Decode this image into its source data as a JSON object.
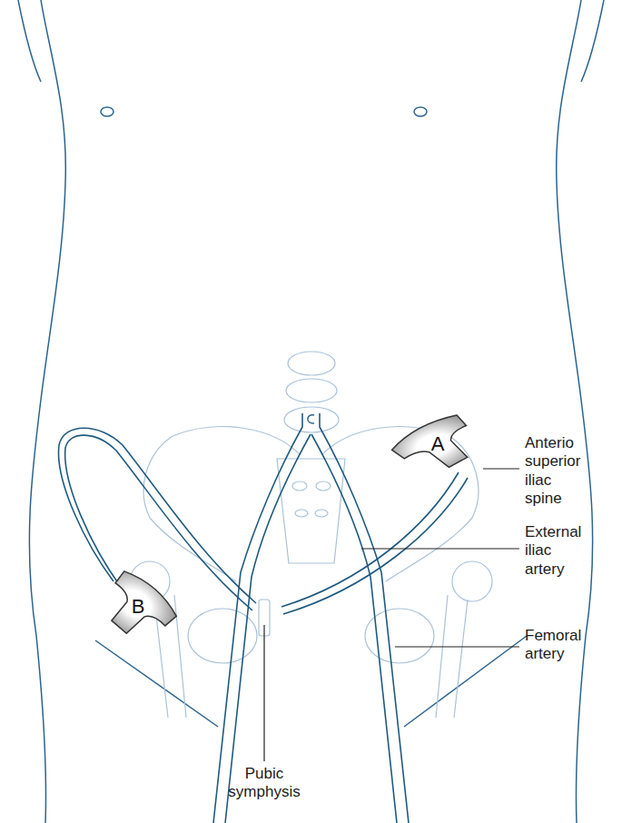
{
  "diagram": {
    "nodes": [
      {
        "text": [
          "A"
        ]
      },
      {
        "text": [
          "B"
        ]
      }
    ],
    "labels": [
      "Anterio superior iliac spine",
      "External iliac artery",
      "Femoral artery",
      "Pubic symphysis"
    ]
  }
}
